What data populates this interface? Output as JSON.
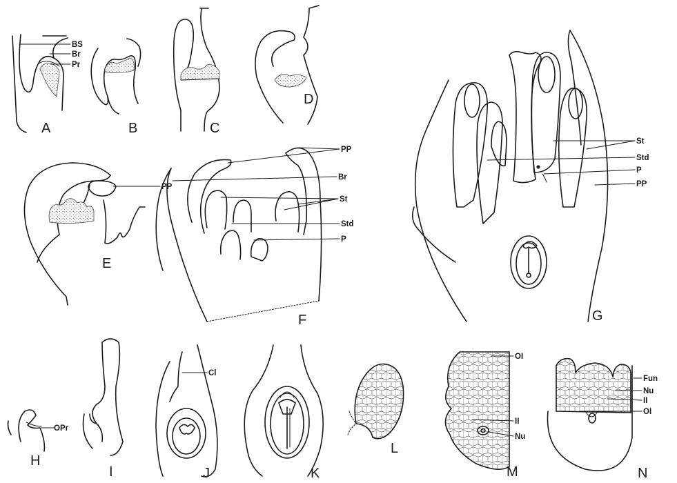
{
  "figure_letters": {
    "A": "A",
    "B": "B",
    "C": "C",
    "D": "D",
    "E": "E",
    "F": "F",
    "G": "G",
    "H": "H",
    "I": "I",
    "J": "J",
    "K": "K",
    "L": "L",
    "M": "M",
    "N": "N"
  },
  "labels": {
    "a_bs": "BS",
    "a_br": "Br",
    "a_pr": "Pr",
    "e_pp": "PP",
    "f_pp": "PP",
    "f_br": "Br",
    "f_st": "St",
    "f_std": "Std",
    "f_p": "P",
    "g_st": "St",
    "g_std": "Std",
    "g_p": "P",
    "g_pp": "PP",
    "h_opr": "OPr",
    "j_cl": "Cl",
    "m_oi": "OI",
    "m_ii": "II",
    "m_nu": "Nu",
    "n_fun": "Fun",
    "n_nu": "Nu",
    "n_ii": "II",
    "n_oi": "OI"
  }
}
